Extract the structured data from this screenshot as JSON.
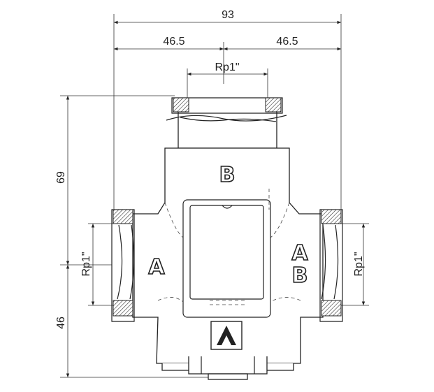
{
  "dimensions": {
    "overall_width": "93",
    "half_width_left": "46.5",
    "half_width_right": "46.5",
    "top_thread": "Rp1\"",
    "left_thread": "Rp1\"",
    "right_thread": "Rp1\"",
    "upper_height": "69",
    "lower_height": "46"
  },
  "ports": {
    "top": "B",
    "left": "A",
    "right_upper": "A",
    "right_lower": "B"
  },
  "logo": "A"
}
